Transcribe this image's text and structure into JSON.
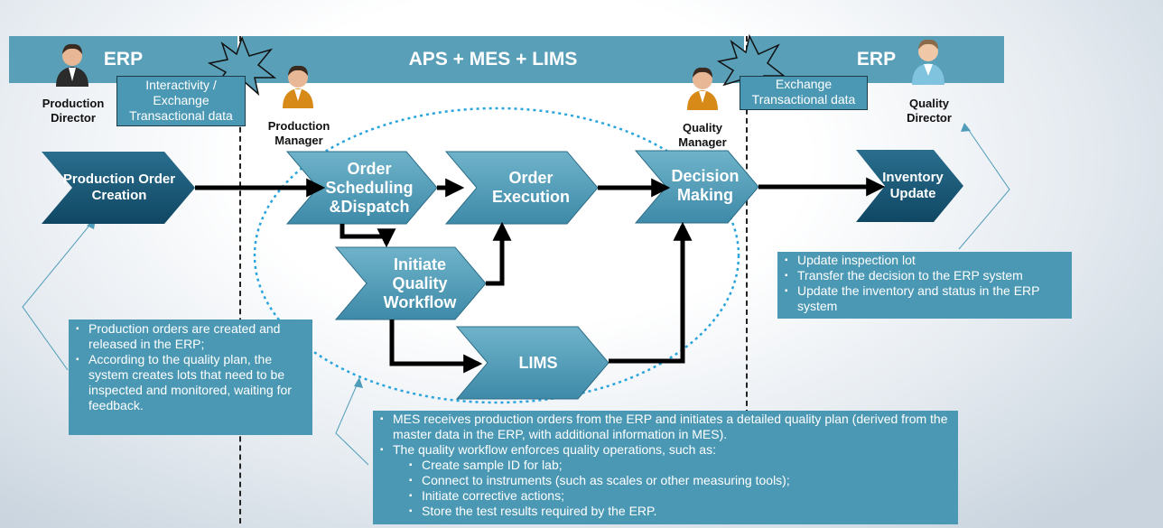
{
  "bars": {
    "left": "ERP",
    "middle": "APS + MES + LIMS",
    "right": "ERP"
  },
  "roles": {
    "production_director": "Production Director",
    "production_manager": "Production Manager",
    "quality_manager": "Quality Manager",
    "quality_director": "Quality Director"
  },
  "exchange_left": "Interactivity / Exchange Transactional data",
  "exchange_right": "Exchange Transactional data",
  "nodes": {
    "production_order_creation": "Production Order Creation",
    "order_scheduling": "Order Scheduling &Dispatch",
    "order_execution": "Order Execution",
    "decision_making": "Decision Making",
    "inventory_update": "Inventory Update",
    "initiate_quality_workflow": "Initiate Quality Workflow",
    "lims": "LIMS"
  },
  "notes": {
    "left": [
      "Production orders are created and released in the ERP;",
      "According to the quality plan, the system creates lots that need to be inspected and monitored, waiting for feedback."
    ],
    "right": [
      "Update inspection lot",
      "Transfer the decision to the ERP system",
      "Update the inventory and status in the ERP system"
    ],
    "bottom": {
      "items": [
        "MES receives production orders from the ERP and initiates a detailed quality plan (derived from the master data in the ERP, with additional information in MES).",
        "The quality workflow enforces quality operations, such as:"
      ],
      "subitems": [
        "Create sample ID for lab;",
        "Connect to instruments (such as scales or other measuring tools);",
        "Initiate corrective actions;",
        "Store the test results required by the ERP."
      ]
    }
  },
  "colors": {
    "bar": "#5a9fb8",
    "chevron_light": "#4f9cb8",
    "chevron_dark": "#1b5a7a",
    "note": "#4b98b4"
  },
  "icons": [
    "person-suit-icon",
    "person-orange-icon",
    "doctor-icon",
    "starburst-icon"
  ]
}
